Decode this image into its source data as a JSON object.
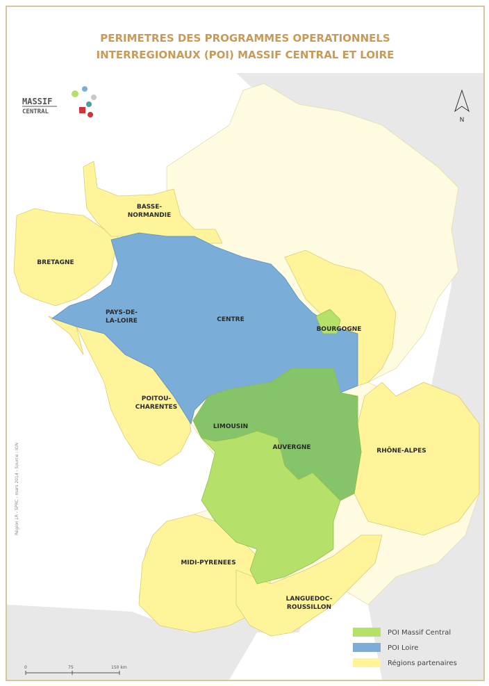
{
  "title": {
    "line1": "PERIMETRES DES PROGRAMMES OPERATIONNELS",
    "line2": "INTERREGIONAUX (POI) MASSIF CENTRAL ET LOIRE"
  },
  "logo": {
    "line1": "MASSIF",
    "line2": "CENTRAL"
  },
  "north_arrow": {
    "label": "N"
  },
  "regions": [
    {
      "name": "BASSE-",
      "name2": "NORMANDIE",
      "category": "partner"
    },
    {
      "name": "BRETAGNE",
      "category": "partner"
    },
    {
      "name": "PAYS-DE-",
      "name2": "LA-LOIRE",
      "category": "loire"
    },
    {
      "name": "CENTRE",
      "category": "loire"
    },
    {
      "name": "BOURGOGNE",
      "category": "partner"
    },
    {
      "name": "POITOU-",
      "name2": "CHARENTES",
      "category": "partner"
    },
    {
      "name": "LIMOUSIN",
      "category": "massif"
    },
    {
      "name": "AUVERGNE",
      "category": "massif"
    },
    {
      "name": "RHÔNE-ALPES",
      "category": "partner"
    },
    {
      "name": "MIDI-PYRENEES",
      "category": "partner"
    },
    {
      "name": "LANGUEDOC-",
      "name2": "ROUSSILLON",
      "category": "partner"
    }
  ],
  "legend": [
    {
      "label": "POI Massif Central",
      "color": "#b5e06a"
    },
    {
      "label": "POI Loire",
      "color": "#7aaed8"
    },
    {
      "label": "Régions partenaires",
      "color": "#fff49a"
    }
  ],
  "colors": {
    "massif": "#b5e06a",
    "massif_loire_overlap": "#86c46a",
    "loire": "#7aaed8",
    "partner": "#fff49a",
    "other_france": "#fffbe0",
    "sea": "#ffffff",
    "foreign": "#e6e6e6",
    "title": "#c89a55"
  },
  "scale_bar": {
    "ticks": [
      "0",
      "75",
      "150 km"
    ]
  },
  "credit": "Région LR - SPRC - mars 2014 - Source : IGN"
}
